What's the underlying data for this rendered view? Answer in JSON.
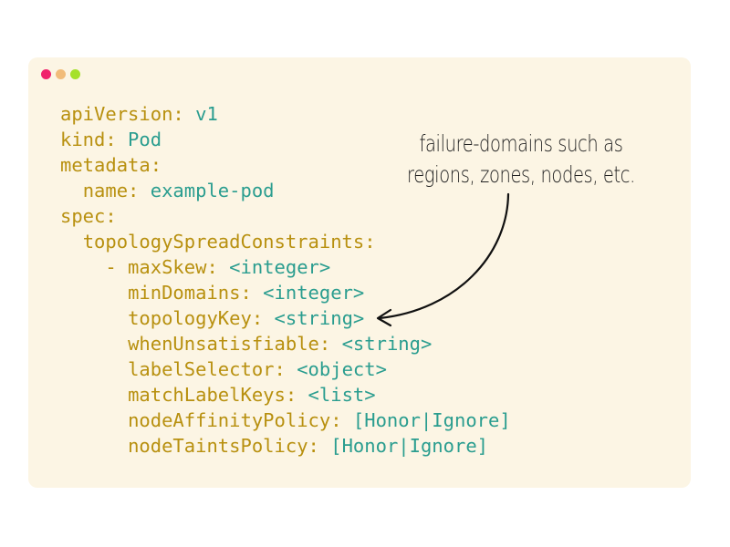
{
  "window": {
    "traffic_lights": [
      {
        "name": "close",
        "color": "#f0226c"
      },
      {
        "name": "minimize",
        "color": "#f1bc7a"
      },
      {
        "name": "maximize",
        "color": "#a5e12a"
      }
    ]
  },
  "colors": {
    "background": "#fcf5e4",
    "key": "#b8900f",
    "value": "#2a9d8f"
  },
  "code": {
    "lines": [
      {
        "indent": "",
        "key": "apiVersion:",
        "value": " v1"
      },
      {
        "indent": "",
        "key": "kind:",
        "value": " Pod"
      },
      {
        "indent": "",
        "key": "metadata:",
        "value": ""
      },
      {
        "indent": "  ",
        "key": "name:",
        "value": " example-pod"
      },
      {
        "indent": "",
        "key": "spec:",
        "value": ""
      },
      {
        "indent": "  ",
        "key": "topologySpreadConstraints:",
        "value": ""
      },
      {
        "indent": "    ",
        "key": "- maxSkew:",
        "value": " <integer>"
      },
      {
        "indent": "      ",
        "key": "minDomains:",
        "value": " <integer>"
      },
      {
        "indent": "      ",
        "key": "topologyKey:",
        "value": " <string>"
      },
      {
        "indent": "      ",
        "key": "whenUnsatisfiable:",
        "value": " <string>"
      },
      {
        "indent": "      ",
        "key": "labelSelector:",
        "value": " <object>"
      },
      {
        "indent": "      ",
        "key": "matchLabelKeys:",
        "value": " <list>"
      },
      {
        "indent": "      ",
        "key": "nodeAffinityPolicy:",
        "value": " [Honor|Ignore]"
      },
      {
        "indent": "      ",
        "key": "nodeTaintsPolicy:",
        "value": " [Honor|Ignore]"
      }
    ]
  },
  "annotation": {
    "line1": "failure-domains such as",
    "line2": "regions, zones, nodes, etc.",
    "points_to": "topologyKey"
  }
}
